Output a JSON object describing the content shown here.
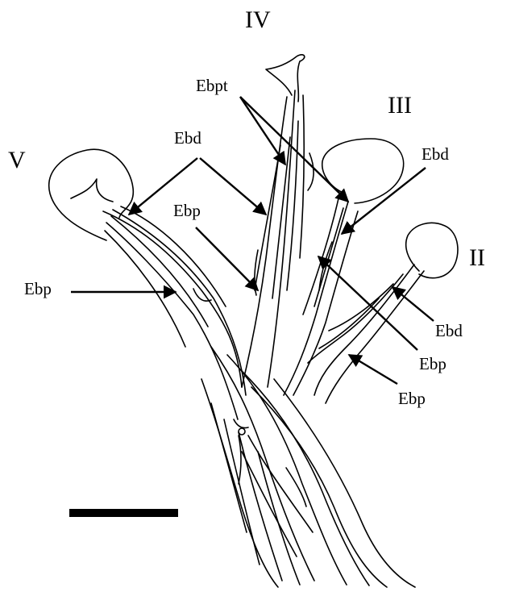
{
  "digits": {
    "digit_v": "V",
    "digit_iv": "IV",
    "digit_iii": "III",
    "digit_ii": "II"
  },
  "muscle_labels": {
    "ebpt": "Ebpt",
    "ebd_left": "Ebd",
    "ebp_middle": "Ebp",
    "ebp_left": "Ebp",
    "ebd_right_upper": "Ebd",
    "ebd_right_lower": "Ebd",
    "ebp_right_upper": "Ebp",
    "ebp_right_lower": "Ebp"
  },
  "colors": {
    "ink": "#000000",
    "paper": "#ffffff"
  }
}
